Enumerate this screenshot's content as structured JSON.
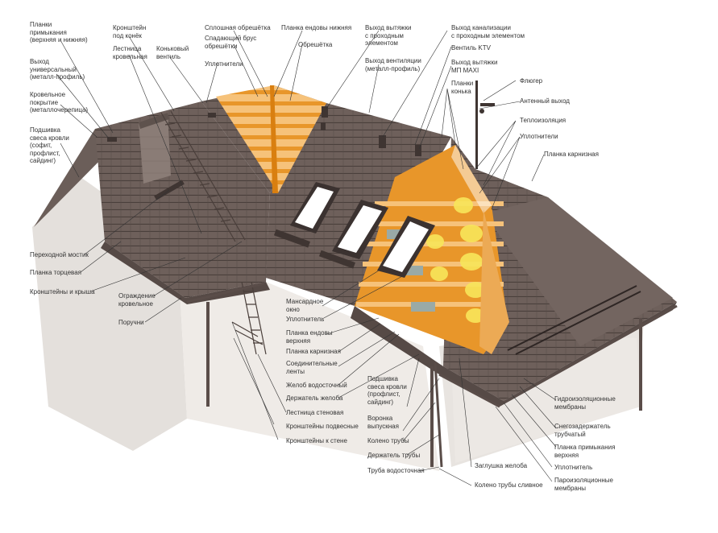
{
  "labels": [
    {
      "id": "planki-primykaniya",
      "lines": [
        "Планки",
        "примыкания",
        "(верхняя и нижняя)"
      ]
    },
    {
      "id": "kronshtein-pod-konek",
      "lines": [
        "Кронштейн",
        "под конёк"
      ]
    },
    {
      "id": "lestnica-krovelnaya",
      "lines": [
        "Лестница",
        "кровельная"
      ]
    },
    {
      "id": "konkovyi-ventil",
      "lines": [
        "Коньковый",
        "вентиль"
      ]
    },
    {
      "id": "sploshnaya-obreshetka",
      "lines": [
        "Сплошная обрешётка"
      ]
    },
    {
      "id": "spadayushii-brus",
      "lines": [
        "Спадающий брус",
        "обрешётки"
      ]
    },
    {
      "id": "uplotniteli-top",
      "lines": [
        "Уплотнители"
      ]
    },
    {
      "id": "planka-endovy-nizhnyaya",
      "lines": [
        "Планка ендовы нижняя"
      ]
    },
    {
      "id": "obreshetka",
      "lines": [
        "Обрешётка"
      ]
    },
    {
      "id": "vyhod-vytyazhki-prohodnym",
      "lines": [
        "Выход вытяжки",
        "с проходным",
        "элементом"
      ]
    },
    {
      "id": "vyhod-ventilyacii",
      "lines": [
        "Выход вентиляции",
        "(металл-профиль)"
      ]
    },
    {
      "id": "vyhod-kanalizacii",
      "lines": [
        "Выход канализации",
        "с проходным элементом"
      ]
    },
    {
      "id": "ventil-ktv",
      "lines": [
        "Вентиль KTV"
      ]
    },
    {
      "id": "vyhod-vytyazhki-mp",
      "lines": [
        "Выход вытяжки",
        "МП MAXI"
      ]
    },
    {
      "id": "planki-konka",
      "lines": [
        "Планки",
        "конька"
      ]
    },
    {
      "id": "fluger",
      "lines": [
        "Флюгер"
      ]
    },
    {
      "id": "antennyi-vyhod",
      "lines": [
        "Антенный выход"
      ]
    },
    {
      "id": "teploizolyaciya",
      "lines": [
        "Теплоизоляция"
      ]
    },
    {
      "id": "uplotniteli-right",
      "lines": [
        "Уплотнители"
      ]
    },
    {
      "id": "planka-karniznaya-right",
      "lines": [
        "Планка карнизная"
      ]
    },
    {
      "id": "vyhod-universalnyi",
      "lines": [
        "Выход",
        "универсальный",
        "(металл-профиль)"
      ]
    },
    {
      "id": "krovelnoe-pokrytie",
      "lines": [
        "Кровельное",
        "покрытие",
        "(металлочерепица)"
      ]
    },
    {
      "id": "podshivka-svesa-left",
      "lines": [
        "Подшивка",
        "свеса кровли",
        "(софит,",
        "профлист,",
        "сайдинг)"
      ]
    },
    {
      "id": "perehodnoi-mostik",
      "lines": [
        "Переходной мостик"
      ]
    },
    {
      "id": "planka-torcevaya",
      "lines": [
        "Планка торцевая"
      ]
    },
    {
      "id": "kronshteiny-i-krysha",
      "lines": [
        "Кронштейны и крыша"
      ]
    },
    {
      "id": "ograzhdenie",
      "lines": [
        "Ограждение",
        "кровельное"
      ]
    },
    {
      "id": "poruchni",
      "lines": [
        "Поручни"
      ]
    },
    {
      "id": "mansardnoe-okno",
      "lines": [
        "Мансардное",
        "окно"
      ]
    },
    {
      "id": "uplotnitel-mid",
      "lines": [
        "Уплотнитель"
      ]
    },
    {
      "id": "planka-endovy-verhnyaya",
      "lines": [
        "Планка ендовы",
        "верхняя"
      ]
    },
    {
      "id": "planka-karniznaya-mid",
      "lines": [
        "Планка карнизная"
      ]
    },
    {
      "id": "soedinitelnye-lenty",
      "lines": [
        "Соединительные",
        "ленты"
      ]
    },
    {
      "id": "zhelob-vodostochnyi",
      "lines": [
        "Желоб водосточный"
      ]
    },
    {
      "id": "derzhatel-zheloba",
      "lines": [
        "Держатель желоба"
      ]
    },
    {
      "id": "lestnica-stenovaya",
      "lines": [
        "Лестница стеновая"
      ]
    },
    {
      "id": "kronshteiny-podvesnye",
      "lines": [
        "Кронштейны подвесные"
      ]
    },
    {
      "id": "kronshteiny-k-stene",
      "lines": [
        "Кронштейны к стене"
      ]
    },
    {
      "id": "podshivka-svesa-bottom",
      "lines": [
        "Подшивка",
        "свеса кровли",
        "(профлист,",
        "сайдинг)"
      ]
    },
    {
      "id": "voronka-vypusknaya",
      "lines": [
        "Воронка",
        "выпускная"
      ]
    },
    {
      "id": "koleno-truby",
      "lines": [
        "Колено трубы"
      ]
    },
    {
      "id": "derzhatel-truby",
      "lines": [
        "Держатель трубы"
      ]
    },
    {
      "id": "truba-vodostochnaya",
      "lines": [
        "Труба водосточная"
      ]
    },
    {
      "id": "zaglushka-zheloba",
      "lines": [
        "Заглушка желоба"
      ]
    },
    {
      "id": "koleno-truby-slivnoe",
      "lines": [
        "Колено трубы сливное"
      ]
    },
    {
      "id": "gidroizolyacionnye",
      "lines": [
        "Гидроизоляционные",
        "мембраны"
      ]
    },
    {
      "id": "snegozaderzhatel",
      "lines": [
        "Снегозадержатель",
        "трубчатый"
      ]
    },
    {
      "id": "planka-primykaniya-verhnyaya",
      "lines": [
        "Планка примыкания",
        "верхняя"
      ]
    },
    {
      "id": "uplotnitel-right-bottom",
      "lines": [
        "Уплотнитель"
      ]
    },
    {
      "id": "paroizolyacionnye",
      "lines": [
        "Пароизоляционные",
        "мембраны"
      ]
    }
  ],
  "colors": {
    "roof": "#6e605b",
    "roof_dark": "#4f4440",
    "wall": "#ece8e4",
    "wood": "#f2a33a",
    "insulation": "#f7e24a",
    "membrane": "#8fa3a0"
  }
}
